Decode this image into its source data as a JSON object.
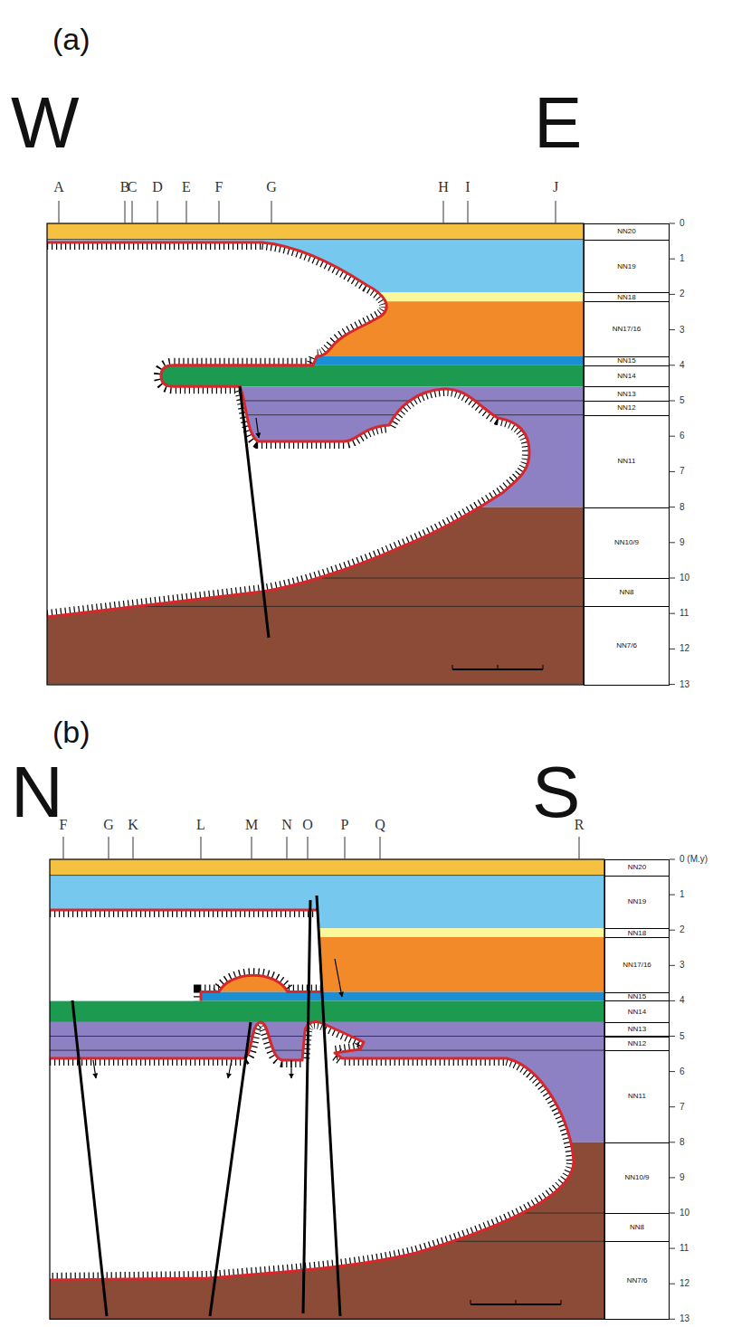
{
  "diagram": {
    "nodes": [
      {
        "text": [
          "NN20"
        ]
      },
      {
        "text": [
          "NN19"
        ]
      },
      {
        "text": [
          "NN18"
        ]
      },
      {
        "text": [
          "NN17/16"
        ]
      },
      {
        "text": [
          "NN15"
        ]
      },
      {
        "text": [
          "NN14"
        ]
      },
      {
        "text": [
          "NN13"
        ]
      },
      {
        "text": [
          "NN12"
        ]
      },
      {
        "text": [
          "NN11"
        ]
      },
      {
        "text": [
          "NN10/9"
        ]
      },
      {
        "text": [
          "NN8"
        ]
      },
      {
        "text": [
          "NN7/6"
        ]
      },
      {
        "text": [
          "NN20"
        ]
      },
      {
        "text": [
          "NN19"
        ]
      },
      {
        "text": [
          "NN18"
        ]
      },
      {
        "text": [
          "NN17/16"
        ]
      },
      {
        "text": [
          "NN15"
        ]
      },
      {
        "text": [
          "NN14"
        ]
      },
      {
        "text": [
          "NN13"
        ]
      },
      {
        "text": [
          "NN12"
        ]
      },
      {
        "text": [
          "NN11"
        ]
      },
      {
        "text": [
          "NN10/9"
        ]
      },
      {
        "text": [
          "NN8"
        ]
      },
      {
        "text": [
          "NN7/6"
        ]
      }
    ],
    "labels": [
      "(a)",
      "W",
      "E",
      "A",
      "B",
      "C",
      "D",
      "E",
      "F",
      "G",
      "H",
      "I",
      "J",
      "0",
      "1",
      "2",
      "3",
      "4",
      "5",
      "6",
      "7",
      "8",
      "9",
      "10",
      "11",
      "12",
      "13",
      "(b)",
      "N",
      "S",
      "F",
      "G",
      "K",
      "L",
      "M",
      "N",
      "O",
      "P",
      "Q",
      "R",
      "0 (M.y)",
      "1",
      "2",
      "3",
      "4",
      "5",
      "6",
      "7",
      "8",
      "9",
      "10",
      "11",
      "12",
      "13"
    ]
  }
}
